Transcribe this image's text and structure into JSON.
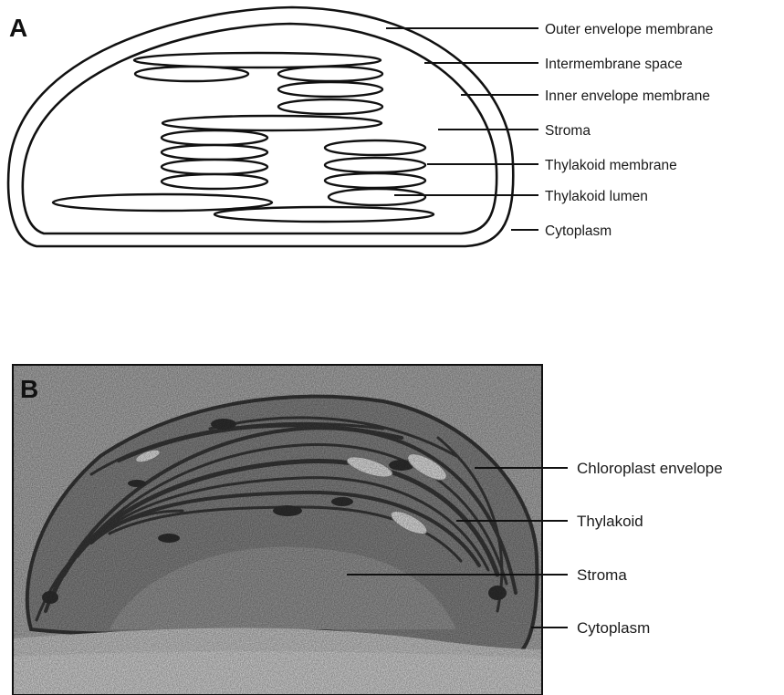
{
  "panel_a": {
    "letter": "A",
    "labels": [
      "Outer envelope membrane",
      "Intermembrane space",
      "Inner envelope membrane",
      "Stroma",
      "Thylakoid membrane",
      "Thylakoid lumen",
      "Cytoplasm"
    ]
  },
  "panel_b": {
    "letter": "B",
    "labels": [
      "Chloroplast envelope",
      "Thylakoid",
      "Stroma",
      "Cytoplasm"
    ]
  }
}
